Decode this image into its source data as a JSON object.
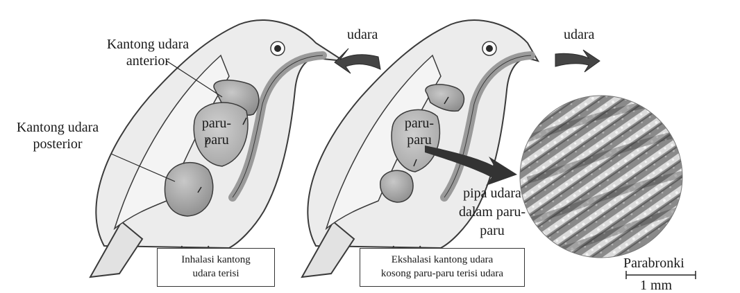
{
  "labels": {
    "anterior_sac_line1": "Kantong udara",
    "anterior_sac_line2": "anterior",
    "posterior_sac_line1": "Kantong udara",
    "posterior_sac_line2": "posterior",
    "air_in": "udara",
    "air_out": "udara",
    "lung_left_line1": "paru-",
    "lung_left_line2": "paru",
    "lung_right_line1": "paru-",
    "lung_right_line2": "paru",
    "air_tube_line1": "pipa udara",
    "air_tube_line2": "dalam paru-",
    "air_tube_line3": "paru",
    "parabronchi": "Parabronki",
    "scale": "1 mm"
  },
  "captions": {
    "inhale_line1": "Inhalasi kantong",
    "inhale_line2": "udara terisi",
    "exhale_line1": "Ekshalasi kantong udara",
    "exhale_line2": "kosong paru-paru terisi udara"
  },
  "colors": {
    "bird_fill": "#ececec",
    "outline": "#3a3a3a",
    "organ_fill": "#a9a9a9",
    "arrow_fill": "#444444"
  },
  "icons": {
    "air_arrow": "curved-arrow-icon",
    "micrograph": "parabronchi-micrograph"
  }
}
